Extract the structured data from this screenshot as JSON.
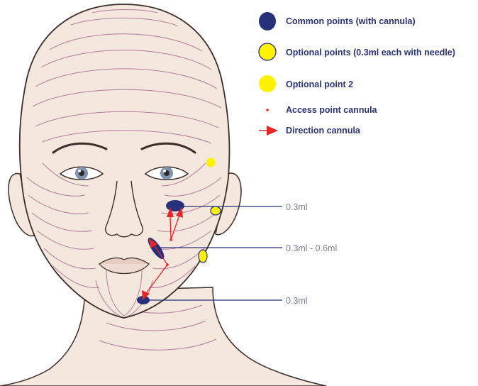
{
  "colors": {
    "common": "#27307a",
    "optional": "#fff200",
    "access": "#e8262a",
    "line": "#27307a",
    "skin": "#f3e7de",
    "wrinkle": "#b9799a",
    "outline": "#3c2d2a"
  },
  "legend": {
    "common": "Common points (with cannula)",
    "optional": "Optional points (0.3ml each with needle)",
    "optional2": "Optional point 2",
    "access": "Access point cannula",
    "direction": "Direction cannula"
  },
  "doses": {
    "cheek": "0.3ml",
    "nasolabial": "0.3ml - 0.6ml",
    "chin": "0.3ml"
  }
}
